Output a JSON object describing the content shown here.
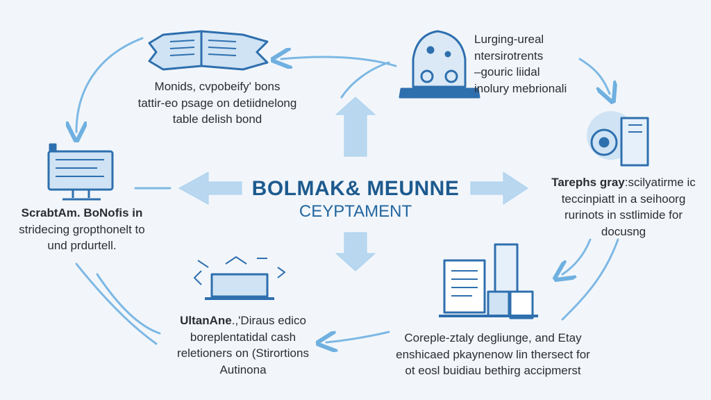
{
  "center": {
    "title": "BOLMAK& MEUNNE",
    "subtitle": "CEYPTAMENT"
  },
  "nodes": {
    "top_left": {
      "lines": [
        "Monids, cvpobeify' bons",
        "tattir-eo psage on detiidnelong",
        "table delish bond"
      ]
    },
    "top_right": {
      "lines": [
        "Lurging-ureal",
        "ntersirotrents",
        "–gouric liidal",
        "inolury mebrionali"
      ]
    },
    "right": {
      "bold": "Tarephs gray",
      "lines": [
        ":scilyatirme ic",
        "teccinpiatt in a seihoorg",
        "rurinots in sstlimide for",
        "docusng"
      ]
    },
    "left": {
      "bold": "ScrabtAm. BoNofis in",
      "lines": [
        "stridecing gropthonelt to",
        "und prdurtell."
      ]
    },
    "bottom_left": {
      "bold": "UltanAne",
      "lines": [
        ".,'Diraus edico",
        "boreplentatidal cash",
        "reletioners on (Stirortions",
        "Autinona"
      ]
    },
    "bottom_right": {
      "lines": [
        "Coreple-ztaly degliunge, and Etay",
        "enshicaed pkaynenow lin thersect for",
        "ot eosl buidiau bethirg accipmerst"
      ]
    }
  },
  "colors": {
    "background": "#f2f6fa",
    "primary": "#1d5a8e",
    "icon": "#2e6fae",
    "arrow": "#8fc0e6",
    "arrow_fill": "#b9d8f0"
  }
}
